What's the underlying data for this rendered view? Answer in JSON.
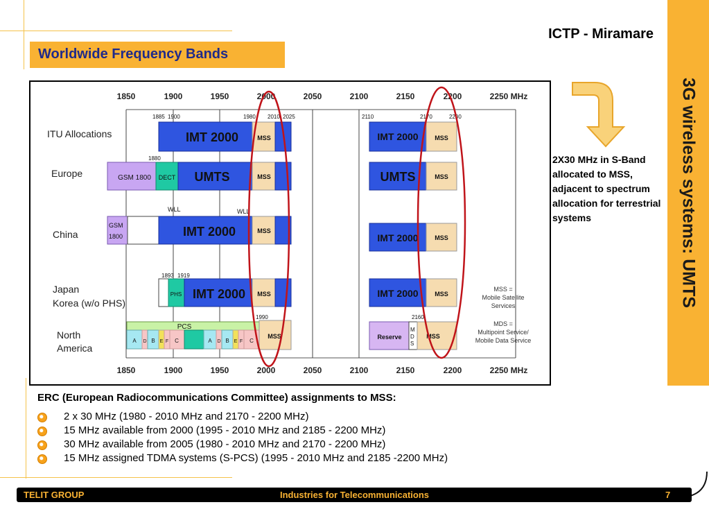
{
  "header": {
    "org": "ICTP - Miramare",
    "side_title": "3G wireless systems: UMTS"
  },
  "slide_title": "Worldwide Frequency Bands",
  "diagram": {
    "axis_ticks": [
      "1850",
      "1900",
      "1950",
      "2000",
      "2050",
      "2100",
      "2150",
      "2200",
      "2250 MHz"
    ],
    "top_markers": [
      "1885",
      "1900",
      "1980",
      "2010",
      "2025",
      "2110",
      "2170",
      "2200"
    ],
    "regions": [
      "ITU Allocations",
      "Europe",
      "China",
      "Japan",
      "Korea (w/o PHS)",
      "North",
      "America"
    ],
    "labels": {
      "imt2000": "IMT 2000",
      "umts": "UMTS",
      "mss": "MSS",
      "gsm1800": "GSM 1800",
      "dect": "DECT",
      "gsm": "GSM",
      "n1800": "1800",
      "wll": "WLL",
      "phs": "PHS",
      "pcs": "PCS",
      "reserve": "Reserve",
      "m": "M",
      "d": "D",
      "s": "S",
      "m1880": "1880",
      "m1893": "1893",
      "m1919": "1919",
      "m1990": "1990",
      "m2160": "2160",
      "pcs_blocks": [
        "A",
        "D",
        "B",
        "E",
        "F",
        "C"
      ],
      "legend_mss": [
        "MSS =",
        "Mobile Satellite",
        "Services"
      ],
      "legend_mds": [
        "MDS =",
        "Multipoint Service/",
        "Mobile Data Service"
      ]
    }
  },
  "note": "2X30 MHz in S-Band allocated to MSS, adjacent to spectrum allocation for terrestrial systems",
  "erc": {
    "heading": "ERC (European Radiocommunications Committee) assignments to MSS:",
    "items": [
      "2 x 30 MHz (1980 - 2010 MHz and 2170 - 2200 MHz)",
      "15 MHz available from 2000 (1995 - 2010 MHz and 2185 - 2200 MHz)",
      "30 MHz available from 2005 (1980 - 2010 MHz and 2170 - 2200 MHz)",
      "15 MHz assigned TDMA systems (S-PCS) (1995 - 2010 MHz and 2185 -2200 MHz)"
    ]
  },
  "footer": {
    "left": "TELIT GROUP",
    "center": "Industries  for Telecommunications",
    "page": "7"
  },
  "colors": {
    "accent": "#f9b233",
    "title_blue": "#1f2a8a",
    "band_blue": "#2f55e0",
    "mss_beige": "#f6dcb0",
    "ellipse_red": "#c0141a"
  }
}
